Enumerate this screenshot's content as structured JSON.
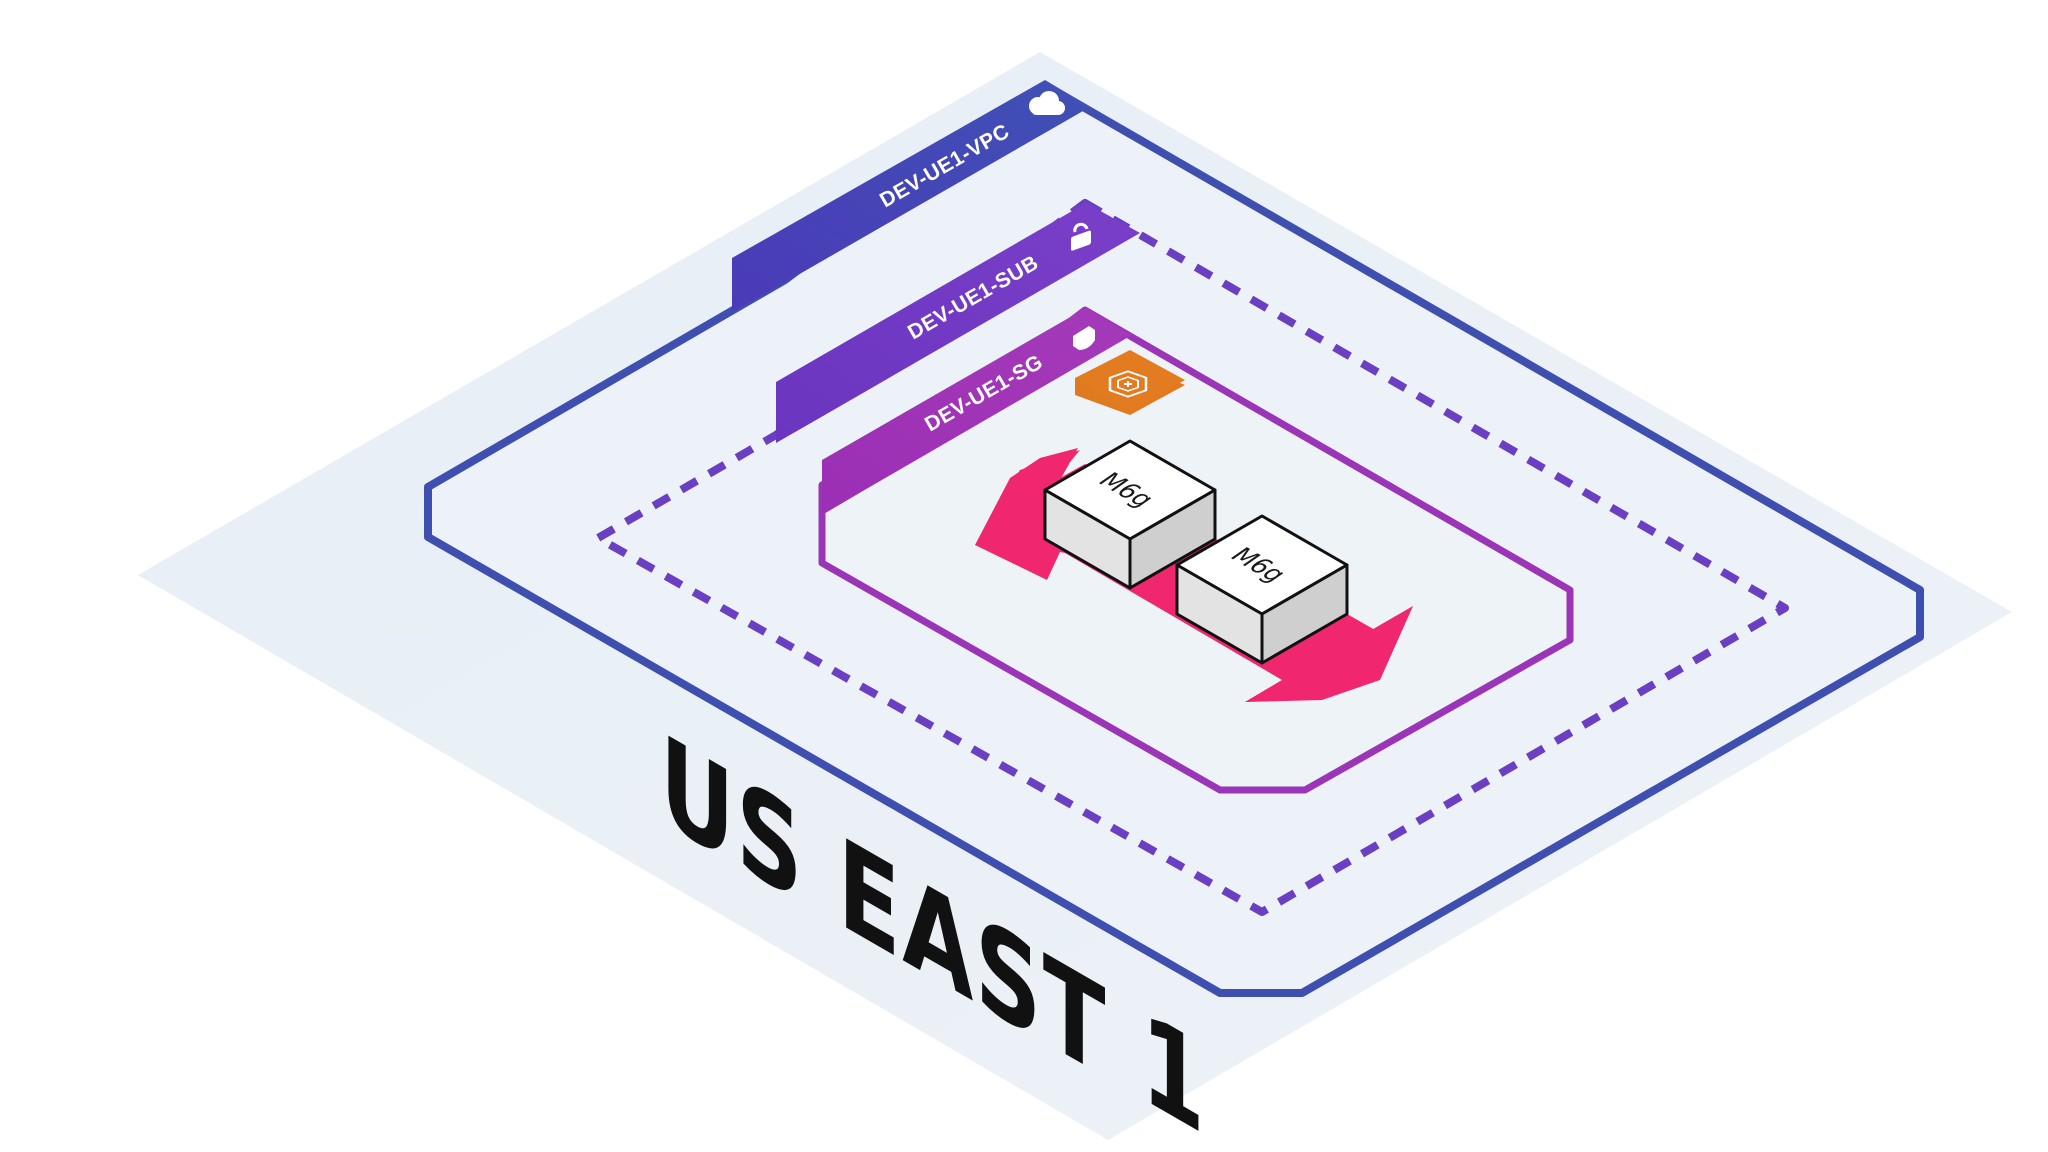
{
  "region": {
    "label": "US EAST 1"
  },
  "vpc": {
    "label": "DEV-UE1-VPC",
    "icon": "cloud-icon",
    "color": "#3f51b5"
  },
  "subnet": {
    "label": "DEV-UE1-SUB",
    "icon": "lock-icon",
    "color": "#6a3fc1",
    "border": "dashed"
  },
  "security_group": {
    "label": "DEV-UE1-SG",
    "icon": "shield-icon",
    "color": "#9b35b8"
  },
  "service_badge": {
    "icon": "auto-scaling-icon",
    "color": "#e07a1f"
  },
  "instances": [
    {
      "label": "M6g"
    },
    {
      "label": "M6g"
    }
  ],
  "scaling_arrow": {
    "icon": "double-arrow-icon",
    "color": "#f0266e"
  },
  "colors": {
    "region_plane": "#e8eff6",
    "inner_fill": "#eef3f8"
  }
}
